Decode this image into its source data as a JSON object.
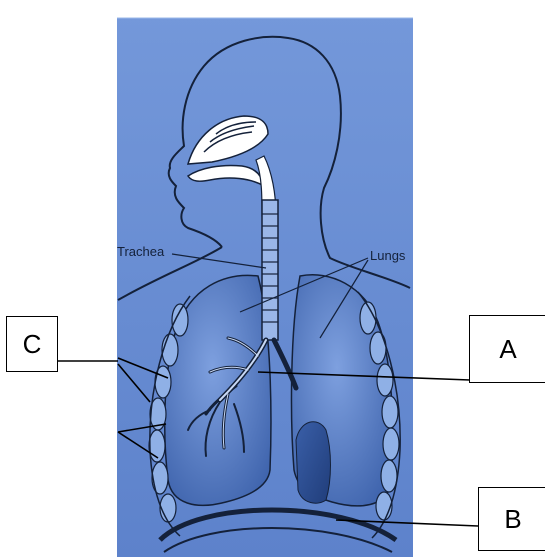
{
  "labels": {
    "trachea": "Trachea",
    "lungs": "Lungs"
  },
  "boxes": {
    "a": "A",
    "b": "B",
    "c": "C"
  },
  "colors": {
    "background": "#6d90d6",
    "line": "#1a2a4e",
    "lung_fill": "#5f86cf",
    "rib": "#8fb0e6"
  }
}
